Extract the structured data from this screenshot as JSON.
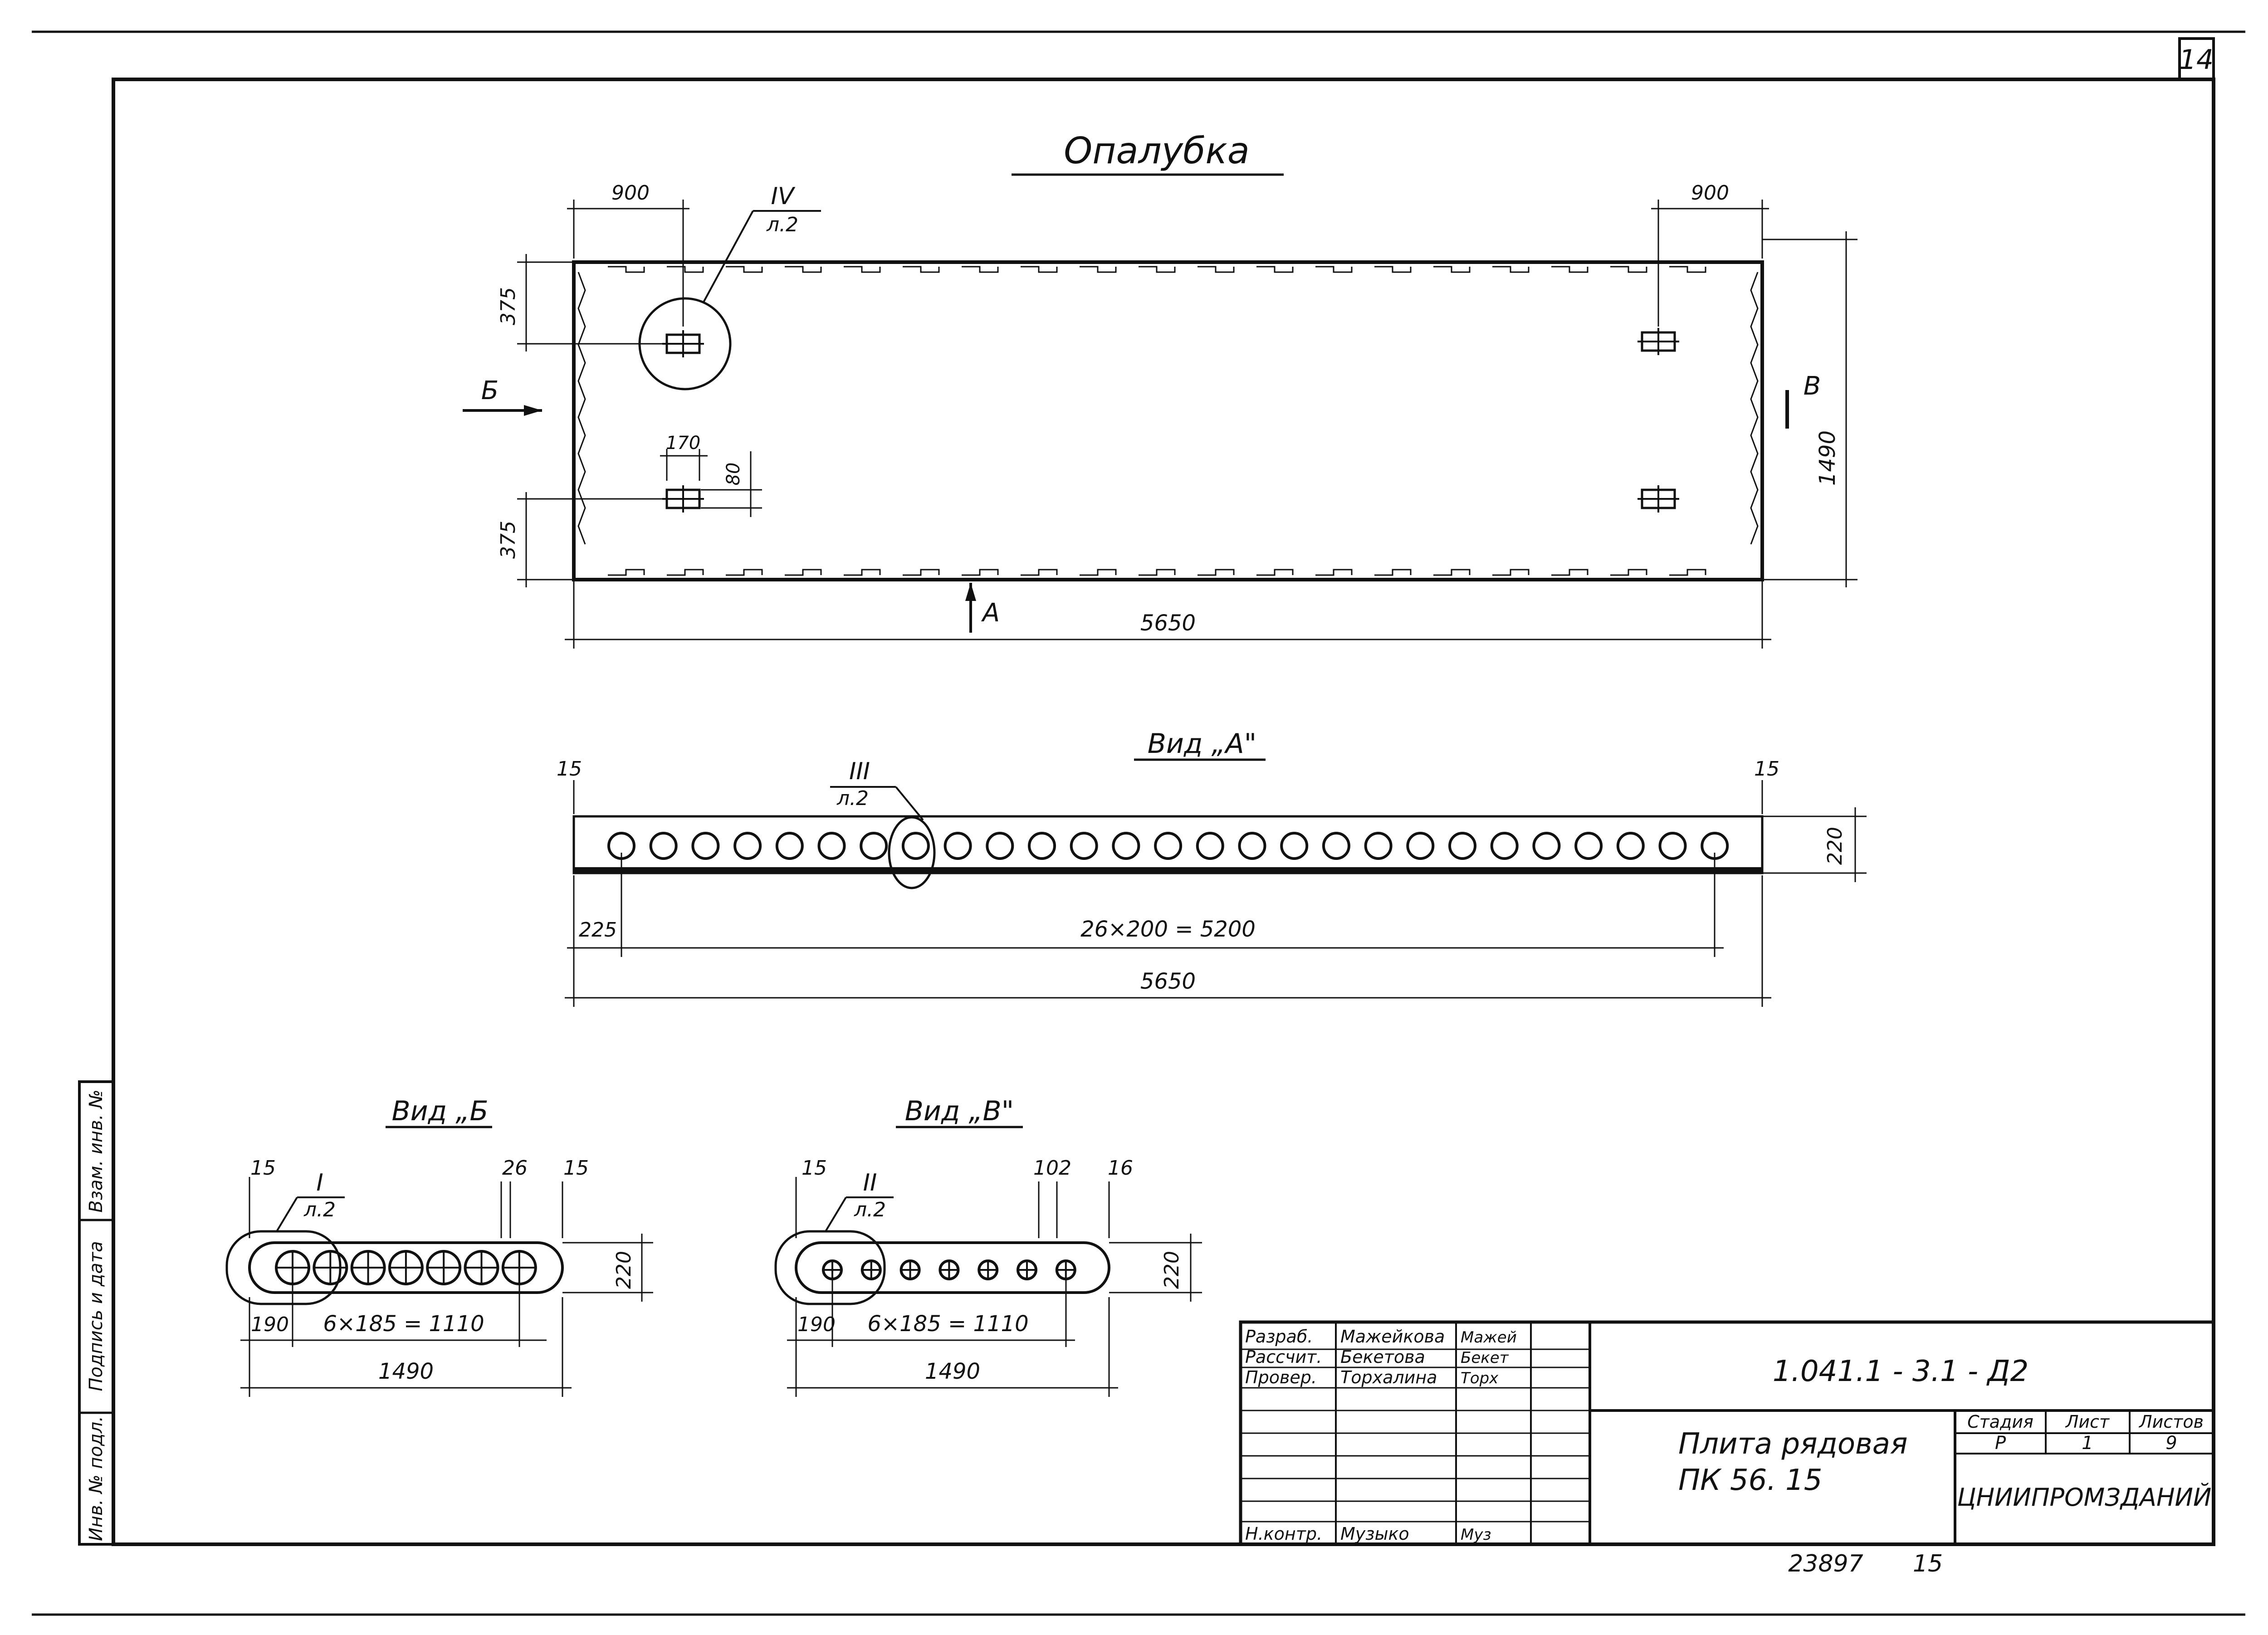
{
  "sheet": {
    "page_number": "14"
  },
  "main_view": {
    "title": "Опалубка",
    "callout_IV": {
      "numeral": "IV",
      "sheet_ref": "л.2"
    },
    "dims": {
      "left_offset": "900",
      "right_offset": "900",
      "top_offset": "375",
      "bottom_offset": "375",
      "height": "1490",
      "length": "5650",
      "slot_w": "170",
      "slot_h": "80"
    },
    "arrows": {
      "a": "А",
      "b": "Б",
      "v": "В"
    }
  },
  "view_a": {
    "title": "Вид „А\"",
    "callout_III": {
      "numeral": "III",
      "sheet_ref": "л.2"
    },
    "dims": {
      "left_edge": "15",
      "right_edge": "15",
      "start": "225",
      "pitch": "26×200 = 5200",
      "total": "5650",
      "thickness": "220"
    }
  },
  "view_b": {
    "title": "Вид „Б",
    "callout_I": {
      "numeral": "I",
      "sheet_ref": "л.2"
    },
    "dims": {
      "left_edge": "15",
      "mid": "26",
      "right_edge": "15",
      "start": "190",
      "pitch": "6×185 = 1110",
      "total": "1490",
      "thickness": "220"
    }
  },
  "view_v": {
    "title": "Вид „В\"",
    "callout_II": {
      "numeral": "II",
      "sheet_ref": "л.2"
    },
    "dims": {
      "left_edge": "15",
      "mid": "102",
      "right_edge": "16",
      "start": "190",
      "pitch": "6×185 = 1110",
      "total": "1490",
      "thickness": "220"
    }
  },
  "title_block": {
    "doc_code": "1.041.1 - 3.1 - Д2",
    "product_name": "Плита рядовая",
    "product_mark": "ПК 56. 15",
    "stage_label": "Стадия",
    "sheet_label": "Лист",
    "sheets_label": "Листов",
    "stage": "Р",
    "sheet": "1",
    "sheets": "9",
    "organization": "ЦНИИПРОМЗДАНИЙ",
    "rows": [
      {
        "role": "Разраб.",
        "name": "Мажейкова",
        "signature": "Мажей"
      },
      {
        "role": "Рассчит.",
        "name": "Бекетова",
        "signature": "Бекет"
      },
      {
        "role": "Провер.",
        "name": "Торхалина",
        "signature": "Торх"
      },
      {
        "role": "Н.контр.",
        "name": "Музыко",
        "signature": "Муз"
      }
    ]
  },
  "side_stamp": {
    "inv_no": "Инв. № подл.",
    "signature_date": "Подпись и дата",
    "replaced_inv": "Взам. инв. №"
  },
  "footer": {
    "archive_no": "23897",
    "format": "15"
  }
}
